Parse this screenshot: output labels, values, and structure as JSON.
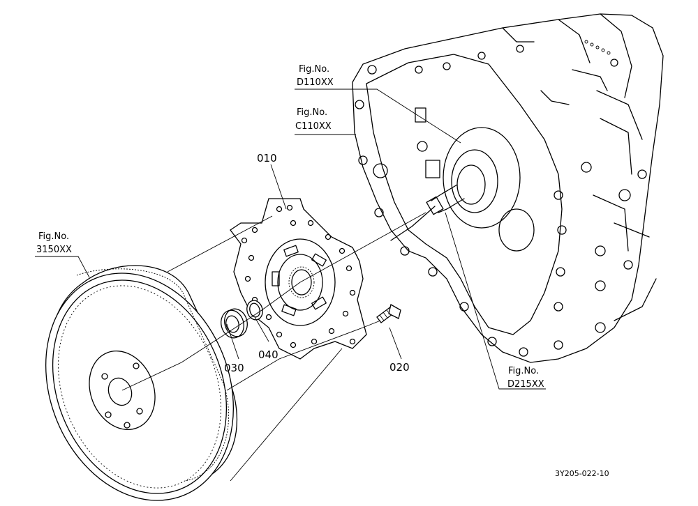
{
  "callouts": {
    "part_010": "010",
    "part_020": "020",
    "part_030": "030",
    "part_040": "040"
  },
  "figure_refs": [
    {
      "prefix": "Fig.No.",
      "number": "D110XX"
    },
    {
      "prefix": "Fig.No.",
      "number": "C110XX"
    },
    {
      "prefix": "Fig.No.",
      "number": "3150XX"
    },
    {
      "prefix": "Fig.No.",
      "number": "D215XX"
    }
  ],
  "drawing_code": "3Y205-022-10",
  "colors": {
    "line": "#000000",
    "background": "#ffffff"
  }
}
